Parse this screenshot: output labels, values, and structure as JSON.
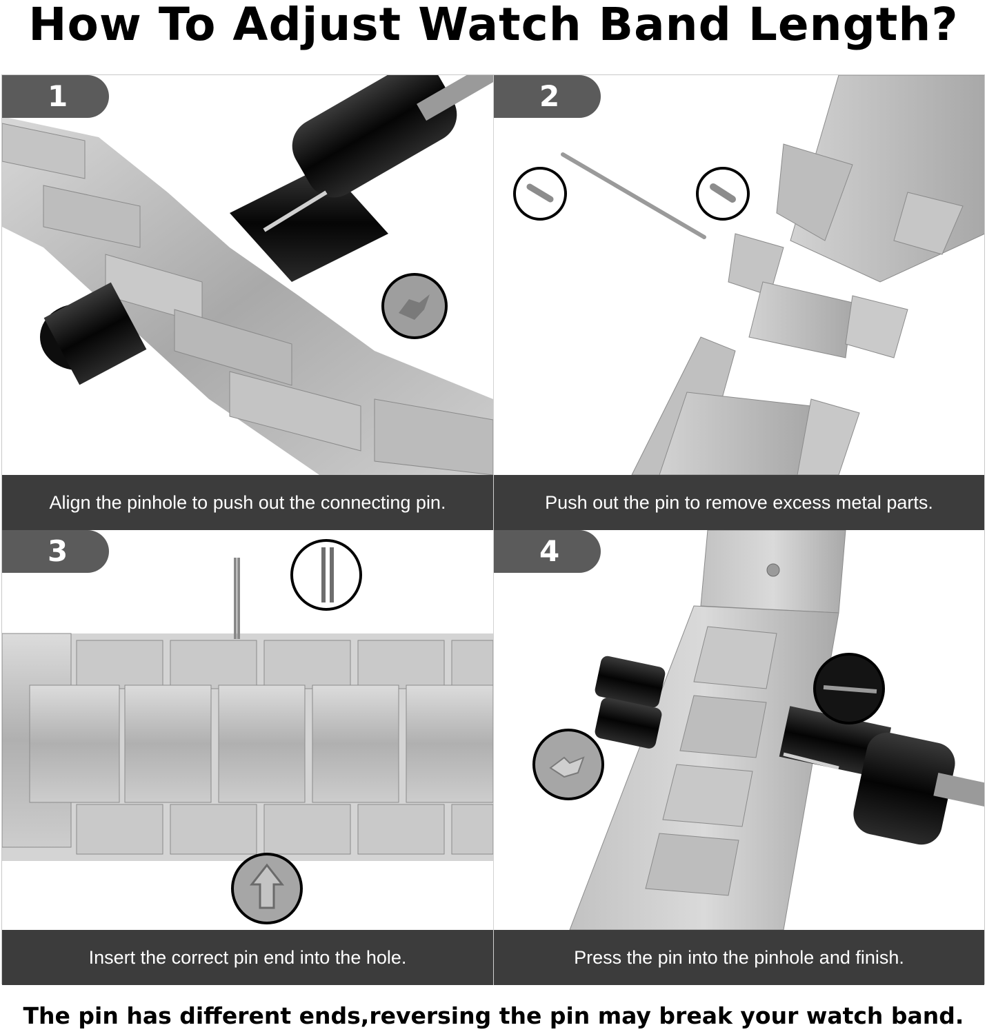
{
  "title": "How To Adjust Watch Band Length?",
  "steps": [
    {
      "number": "1",
      "caption": "Align the pinhole to push out the connecting pin."
    },
    {
      "number": "2",
      "caption": "Push out the pin to remove excess metal parts."
    },
    {
      "number": "3",
      "caption": "Insert the correct pin end into the hole."
    },
    {
      "number": "4",
      "caption": "Press the pin into the pinhole and finish."
    }
  ],
  "footer": "The pin has different ends,reversing the pin may break your watch band.",
  "colors": {
    "badge": "#5b5b5b",
    "caption_bar": "#3c3c3c",
    "metal": "#b9b9b9",
    "tool": "#111111"
  }
}
